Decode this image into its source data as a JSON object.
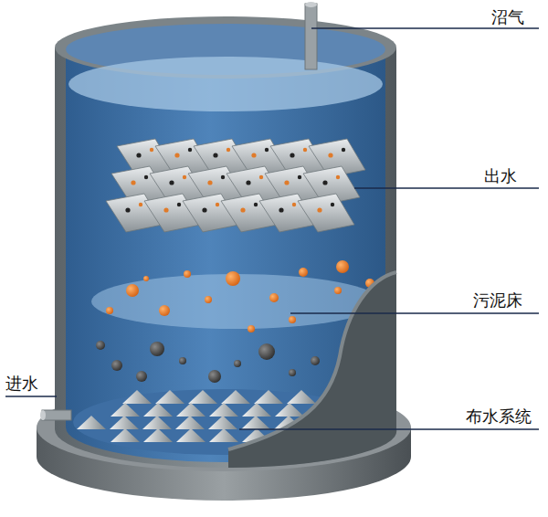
{
  "diagram": {
    "labels": [
      "沼气",
      "出水",
      "污泥床",
      "进水",
      "布水系统"
    ]
  }
}
